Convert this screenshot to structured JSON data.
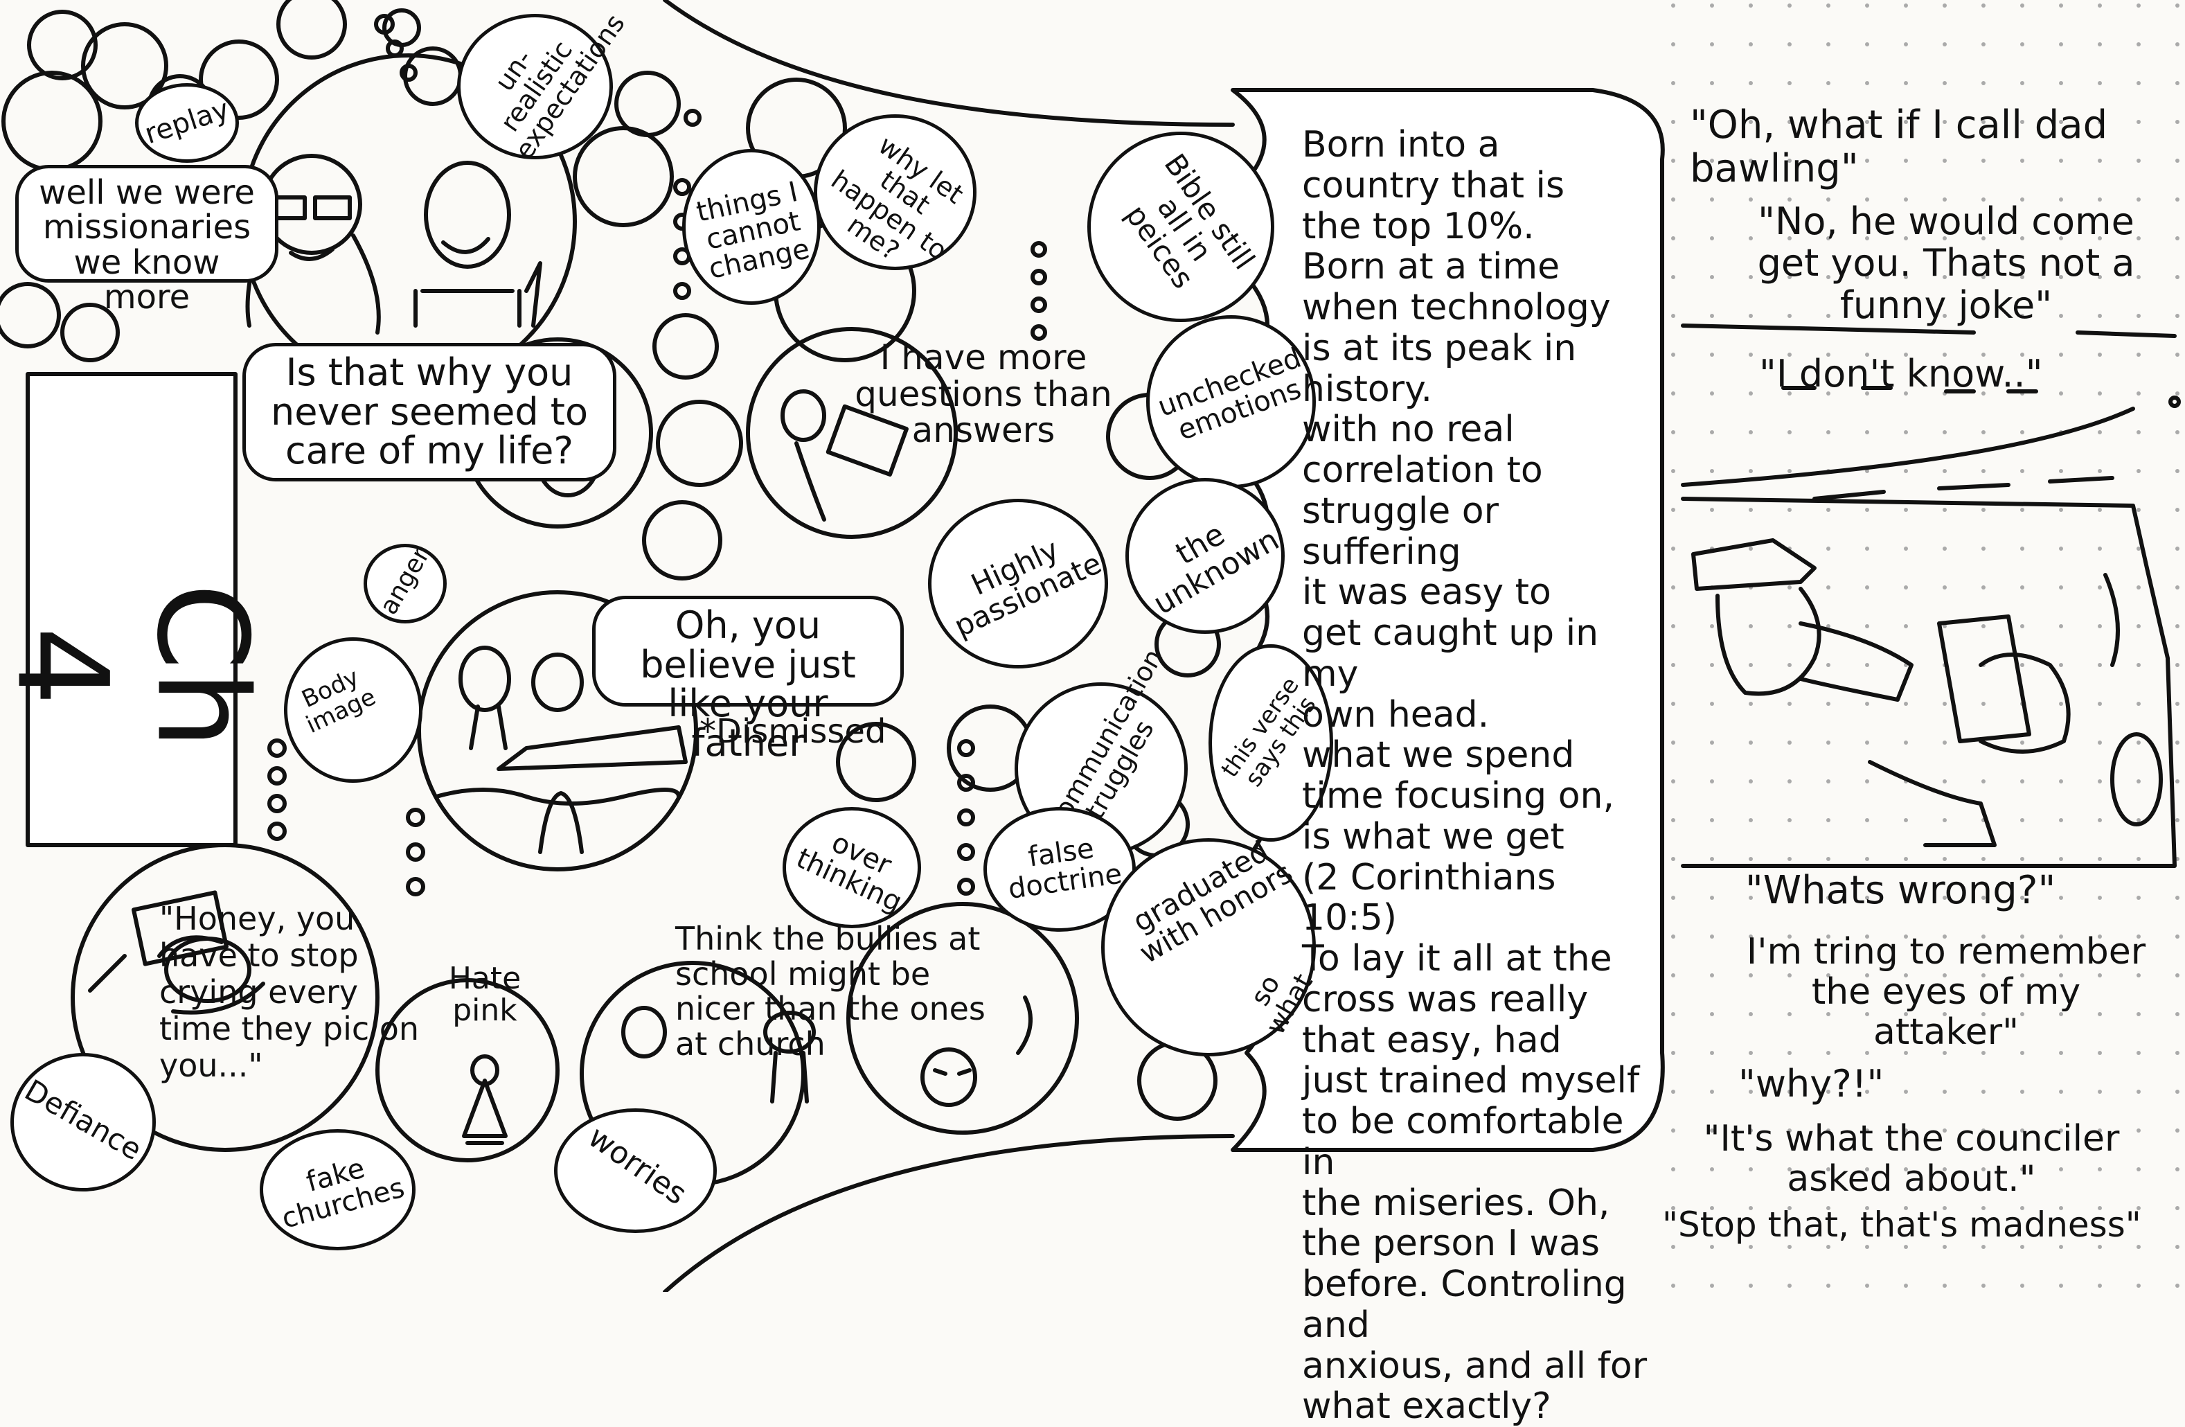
{
  "chapter": {
    "label": "Ch 4"
  },
  "speech": {
    "missionaries": "well we were missionaries we know more",
    "never_cared": "Is that why you never seemed to care of my life?",
    "believe_father": "Oh, you believe just like your father",
    "dismissed": "*Dismissed",
    "honey": "\"Honey, you have to stop crying every time they pic on you...\"",
    "hate_pink": "Hate pink",
    "bullies": "Think the bullies at school might be nicer than the ones at church"
  },
  "bubbles": {
    "replay": "replay",
    "unrealistic": "un-realistic expectations",
    "things_change": "things I cannot change",
    "why_happen": "why let that happen to me?",
    "bible": "Bible still all in peices",
    "more_questions": "I have more questions than answers",
    "unchecked": "unchecked emotions",
    "passionate": "Highly passionate",
    "unknown": "the unknown",
    "anger": "anger",
    "body_image": "Body image",
    "communication": "communication struggles",
    "verse": "this verse says this",
    "false_doctrine": "false doctrine",
    "graduated": "graduated with honors",
    "overthinking": "over thinking",
    "defiance": "Defiance",
    "fake_churches": "fake churches",
    "worries": "worries",
    "so_what": "so what"
  },
  "scroll": {
    "lines": [
      "Born into a",
      "country that is",
      "the top 10%.",
      "Born at a time",
      "when technology",
      "is at its peak in",
      "history.",
      "with no real",
      "correlation to",
      "struggle or suffering",
      "it was easy to",
      "get caught up in my",
      "own head.",
      "what we spend",
      "time focusing on,",
      "is what we get",
      "(2 Corinthians 10:5)",
      "To lay it all at the",
      "cross was really",
      "that easy, had",
      "just trained myself",
      "to be comfortable in",
      "the miseries. Oh,",
      "the person I was",
      "before. Controling and",
      "anxious, and all for",
      "what exactly?"
    ]
  },
  "right_panel": {
    "q1": "\"Oh, what if I call dad bawling\"",
    "q2": "\"No, he would come get you. Thats not a funny joke\"",
    "q3": "\"I don't know..\"",
    "q4": "\"Whats wrong?\"",
    "q5": "I'm tring to remember the eyes of my attaker\"",
    "q6": "\"why?!\"",
    "q7": "\"It's what the counciler asked about.\"",
    "q8": "\"Stop that, that's madness\""
  }
}
